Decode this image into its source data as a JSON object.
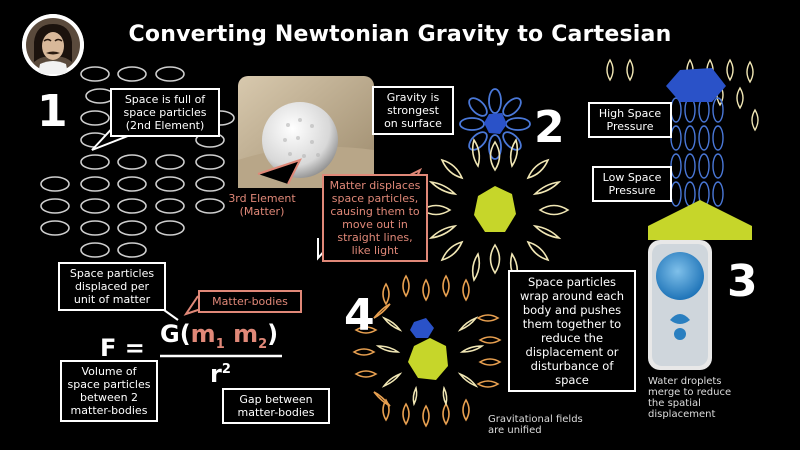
{
  "title": "Converting Newtonian Gravity to Cartesian",
  "numbers": [
    "1",
    "2",
    "3",
    "4"
  ],
  "callouts": {
    "space_full": "Space is full of space particles (2nd Element)",
    "gravity_surface": "Gravity is strongest on surface",
    "third_element": "3rd Element (Matter)",
    "matter_displaces": "Matter displaces space particles, causing them to move out in straight lines, like light",
    "high_pressure": "High Space Pressure",
    "low_pressure": "Low Space Pressure",
    "space_displaced": "Space particles displaced per unit of matter",
    "matter_bodies": "Matter-bodies",
    "volume": "Volume of space particles between 2 matter-bodies",
    "gap": "Gap between matter-bodies",
    "wrap": "Space particles wrap around each body and pushes them together to reduce the displacement or disturbance of space",
    "water": "Water droplets merge to reduce the spatial displacement",
    "unified": "Gravitational fields are unified"
  },
  "equation": {
    "lhs": "F =",
    "numerator_g": "G(",
    "m1": "m",
    "sub1": "1",
    "m2": "m",
    "sub2": "2",
    "close": ")",
    "denominator": "r",
    "exponent": "2"
  },
  "colors": {
    "accent_pink": "#e08878",
    "particle_gray": "#cfcfcf",
    "particle_blue": "#4a78d8",
    "particle_yellow": "#f0e6b4",
    "particle_orange": "#e8a050",
    "matter_green": "#c6d62a",
    "matter_blue": "#2a52c8"
  }
}
